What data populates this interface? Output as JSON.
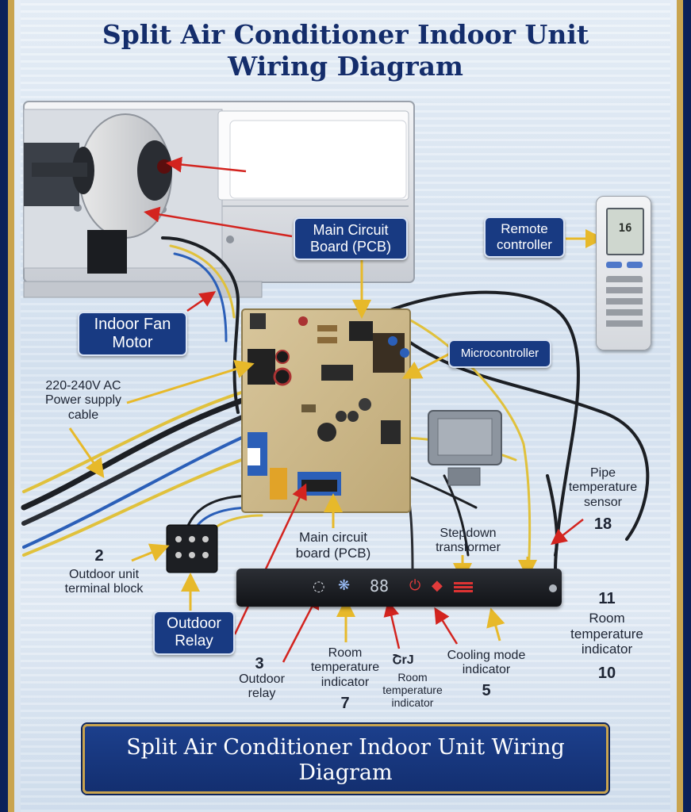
{
  "title": {
    "line1": "Split Air Conditioner Indoor Unit",
    "line2": "Wiring Diagram"
  },
  "callouts": {
    "main_pcb_top": "Main Circuit\nBoard (PCB)",
    "remote": "Remote\ncontroller",
    "indoor_fan": "Indoor Fan\nMotor",
    "microcontroller": "Microcontroller",
    "outdoor_relay": "Outdoor\nRelay"
  },
  "labels": {
    "power_supply": "220-240V AC\nPower supply\ncable",
    "pipe_sensor": "Pipe\ntemperature\nsensor",
    "pipe_sensor_num": "18",
    "terminal_num": "2",
    "terminal": "Outdoor unit\nterminal block",
    "main_pcb_bottom": "Main circuit\nboard (PCB)",
    "stepdown": "Stepdown\ntransformer",
    "room_temp_right_num": "11",
    "room_temp_right": "Room\ntemperature\nindicator",
    "room_temp_right_num2": "10",
    "outdoor_relay_num": "3",
    "outdoor_relay_label": "Outdoor\nrelay",
    "room_temp_7": "Room\ntemperature\nindicator",
    "room_temp_7_num": "7",
    "garbled": "ՇrJ",
    "room_temp_small": "Room\ntemperature\nindicator",
    "cooling_mode": "Cooling mode\nindicator",
    "cooling_mode_num": "5"
  },
  "display_panel": {
    "digits": "88",
    "icons": [
      "timer-icon",
      "fan-icon",
      "digit-display",
      "power-icon",
      "cooling-icon",
      "mode-bars-icon"
    ]
  },
  "remote_screen": "16",
  "bottom_banner": "Split Air Conditioner Indoor Unit Wiring\nDiagram",
  "colors": {
    "callout_bg": "#183a82",
    "frame_gold": "#c9a44f",
    "arrow_yellow": "#e7b92a",
    "arrow_red": "#d3241f"
  }
}
